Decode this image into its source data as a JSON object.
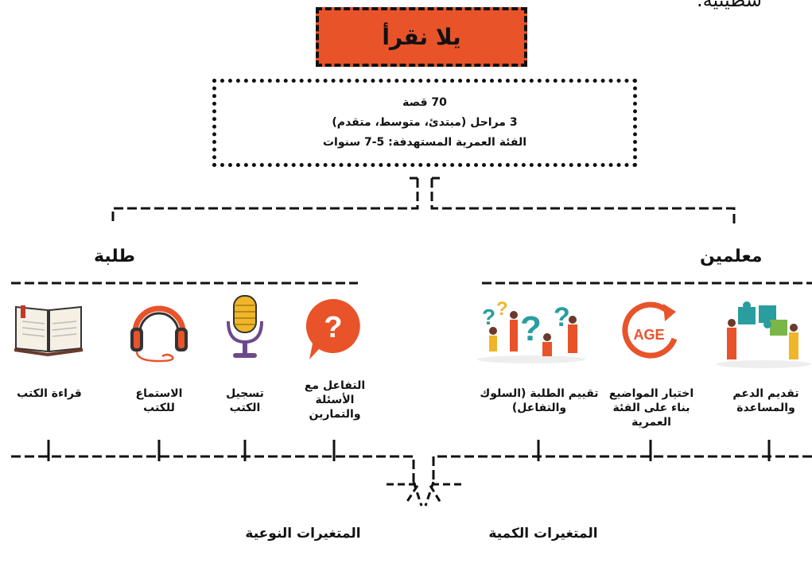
{
  "top_fragment": "سطينية.",
  "title": "يلا نقرأ",
  "info": {
    "line1": "70 قصة",
    "line2": "3 مراحل (مبتدئ، متوسط، متقدم)",
    "line3": "الفئة العمرية المستهدفة: 5-7 سنوات"
  },
  "teachers": {
    "label": "معلمين",
    "items": [
      {
        "label": "تقديم الدعم والمساعدة",
        "icon": "puzzle-people-icon"
      },
      {
        "label": "اختيار المواضيع بناء على الفئة العمرية",
        "icon": "age-icon",
        "icon_text": "AGE"
      },
      {
        "label": "تقييم الطلبة (السلوك والتفاعل)",
        "icon": "question-people-icon"
      }
    ]
  },
  "students": {
    "label": "طلبة",
    "items": [
      {
        "label": "التفاعل مع الأسئلة والتمارين",
        "icon": "question-bubble-icon"
      },
      {
        "label": "تسجيل الكتب",
        "icon": "microphone-icon"
      },
      {
        "label": "الاستماع للكتب",
        "icon": "headphones-icon"
      },
      {
        "label": "قراءة الكتب",
        "icon": "book-icon"
      }
    ]
  },
  "outcomes": {
    "quantitative": "المتغيرات الكمية",
    "qualitative": "المتغيرات النوعية"
  },
  "colors": {
    "orange": "#e8532a",
    "dark": "#111111",
    "teal": "#2a9d9f",
    "yellow": "#f0b62a"
  }
}
